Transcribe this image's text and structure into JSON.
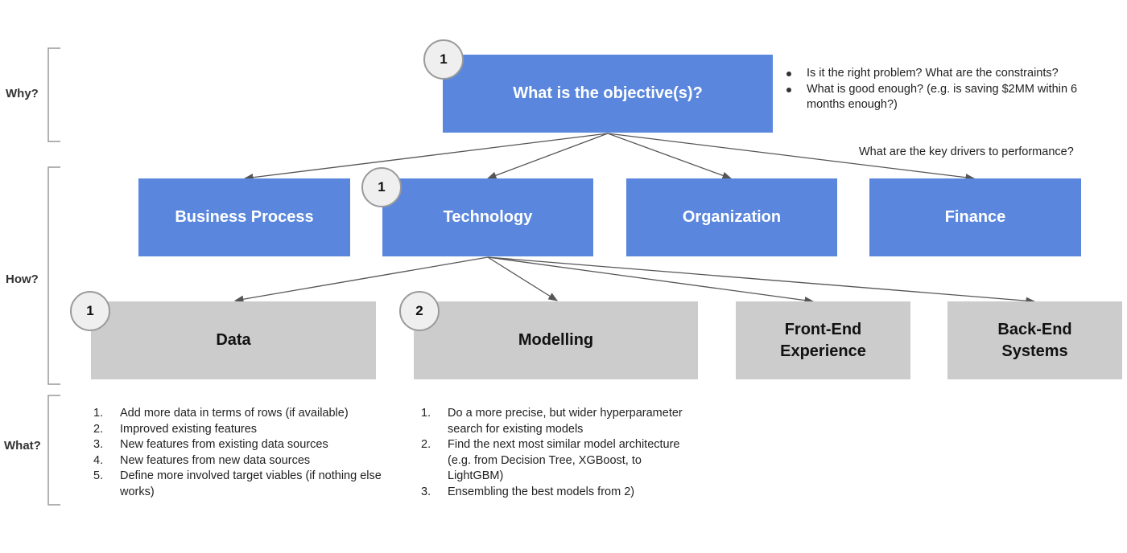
{
  "colors": {
    "blue_box": "#5a87dd",
    "grey_box": "#cccccc",
    "badge_fill": "#efefef",
    "badge_border": "#9a9a9a",
    "arrow": "#555555"
  },
  "levels": {
    "why": "Why?",
    "how": "How?",
    "what": "What?"
  },
  "objective": {
    "label": "What is the objective(s)?",
    "badge": "1",
    "notes": [
      "Is it the right problem? What are the constraints?",
      "What is good enough? (e.g. is saving $2MM within 6 months enough?)"
    ]
  },
  "drivers_caption": "What are the key drivers to performance?",
  "drivers": [
    {
      "label": "Business Process"
    },
    {
      "label": "Technology",
      "badge": "1"
    },
    {
      "label": "Organization"
    },
    {
      "label": "Finance"
    }
  ],
  "technology_parts": [
    {
      "label": "Data",
      "badge": "1"
    },
    {
      "label": "Modelling",
      "badge": "2"
    },
    {
      "label": "Front-End\nExperience"
    },
    {
      "label": "Back-End\nSystems"
    }
  ],
  "data_actions": [
    {
      "num": "1.",
      "text": "Add more data in terms of rows (if available)"
    },
    {
      "num": "2.",
      "text": "Improved existing features"
    },
    {
      "num": "3.",
      "text": "New features from existing data sources"
    },
    {
      "num": "4.",
      "text": "New features from new data sources"
    },
    {
      "num": "5.",
      "text": "Define more involved target viables (if nothing else works)"
    }
  ],
  "modelling_actions": [
    {
      "num": "1.",
      "text": "Do a more precise, but wider hyperparameter search for existing models"
    },
    {
      "num": "2.",
      "text": "Find the next most similar model architecture (e.g. from Decision Tree, XGBoost, to LightGBM)"
    },
    {
      "num": "3.",
      "text": "Ensembling the best models from 2)"
    }
  ]
}
